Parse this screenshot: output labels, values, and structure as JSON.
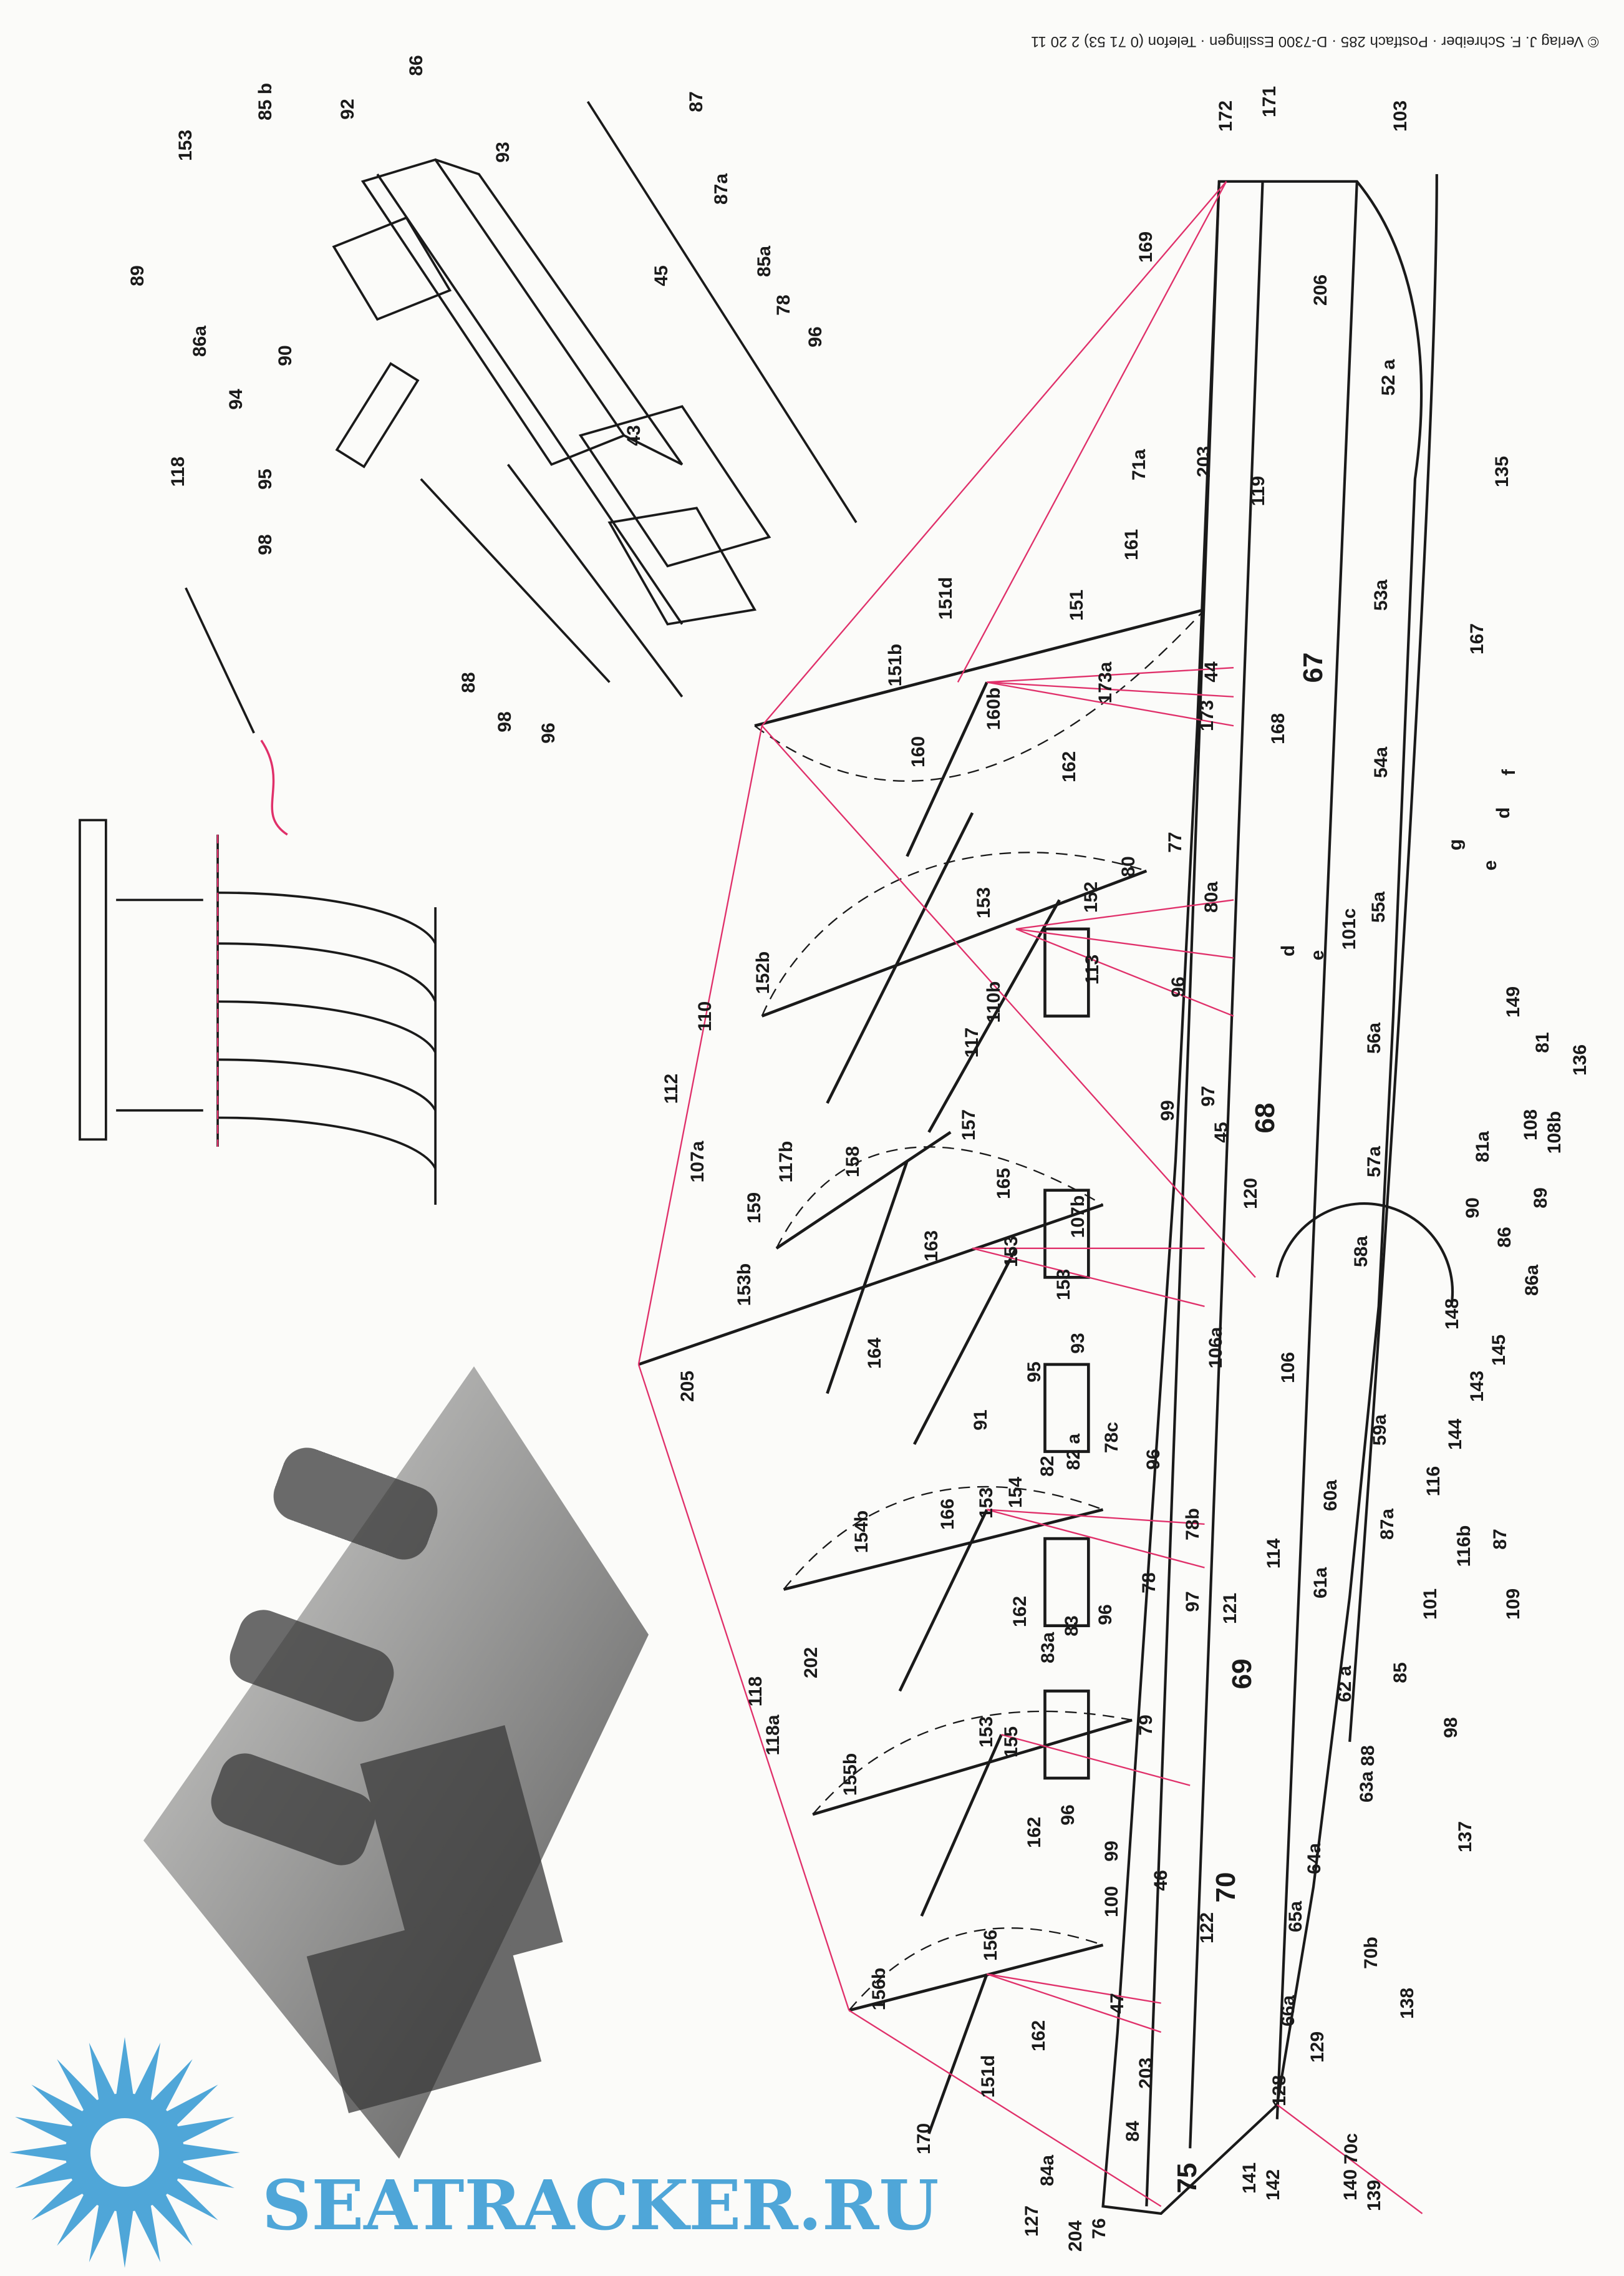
{
  "copyright": "© Verlag J. F. Schreiber · Postfach 285 · D-7300 Esslingen · Telefon (0 71 53) 2 20 11",
  "watermark": "SEATRACKER.RU",
  "colors": {
    "ink": "#1a1a1a",
    "rigging": "#e0306a",
    "watermark": "#4fa6d8",
    "paper": "#fbfbf9"
  },
  "inset_labels": [
    "153",
    "85 b",
    "92",
    "86",
    "89",
    "86a",
    "90",
    "94",
    "118",
    "95",
    "98",
    "93",
    "87",
    "87a",
    "85a",
    "45",
    "78",
    "96",
    "43",
    "88",
    "98",
    "96"
  ],
  "main_labels": [
    "172",
    "171",
    "103",
    "169",
    "206",
    "52 a",
    "135",
    "203",
    "71a",
    "119",
    "161",
    "53a",
    "151d",
    "151",
    "151b",
    "44",
    "173a",
    "173",
    "67",
    "167",
    "160b",
    "160",
    "162",
    "168",
    "54a",
    "f",
    "d",
    "g",
    "e",
    "77",
    "80",
    "80a",
    "152",
    "153",
    "55a",
    "101c",
    "d",
    "e",
    "113",
    "152b",
    "110",
    "110b",
    "96",
    "117",
    "56a",
    "149",
    "81",
    "136",
    "112",
    "107a",
    "117b",
    "99",
    "97",
    "45",
    "68",
    "81a",
    "57a",
    "108",
    "108b",
    "157",
    "158",
    "165",
    "120",
    "107b",
    "89",
    "90",
    "159",
    "163",
    "153",
    "58a",
    "86",
    "86a",
    "148",
    "153b",
    "153",
    "106a",
    "145",
    "164",
    "93",
    "106",
    "143",
    "205",
    "95",
    "91",
    "59a",
    "144",
    "82",
    "82 a",
    "78c",
    "96",
    "116",
    "87a",
    "60a",
    "154b",
    "166",
    "153",
    "154",
    "78b",
    "116b",
    "87",
    "114",
    "78",
    "97",
    "121",
    "61a",
    "101",
    "109",
    "162",
    "83a",
    "83",
    "96",
    "85",
    "202",
    "69",
    "62 a",
    "118",
    "118a",
    "79",
    "153",
    "155",
    "98",
    "88",
    "155b",
    "63a",
    "96",
    "162",
    "137",
    "99",
    "64a",
    "46",
    "70",
    "100",
    "65a",
    "122",
    "70b",
    "156",
    "156b",
    "138",
    "66a",
    "47",
    "162",
    "129",
    "203",
    "151d",
    "128",
    "170",
    "84",
    "70c",
    "84a",
    "75",
    "141",
    "142",
    "140",
    "139",
    "127",
    "204",
    "76"
  ]
}
